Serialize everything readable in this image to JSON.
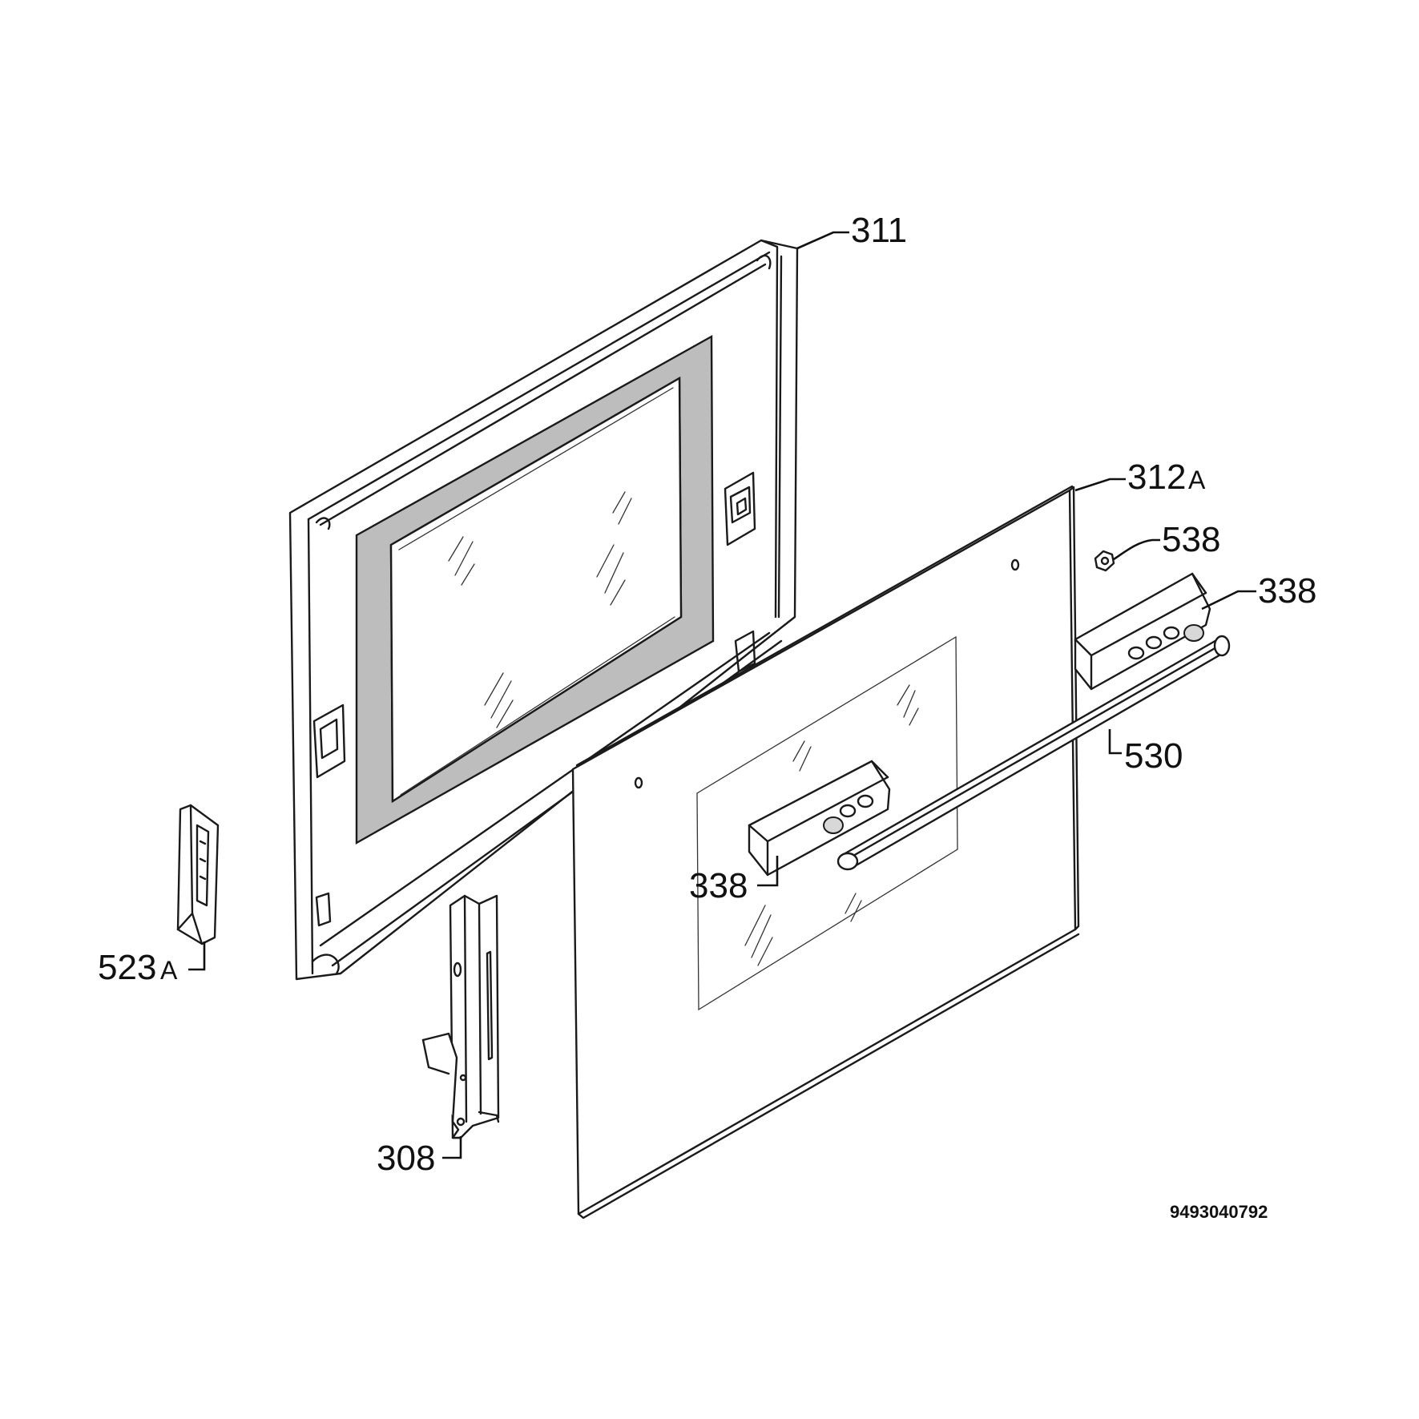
{
  "labels": {
    "p311": "311",
    "p312": "312",
    "p312_suffix": "A",
    "p538": "538",
    "p338_top": "338",
    "p530": "530",
    "p338_mid": "338",
    "p523": "523",
    "p523_suffix": "A",
    "p308": "308"
  },
  "reference_code": "9493040792"
}
